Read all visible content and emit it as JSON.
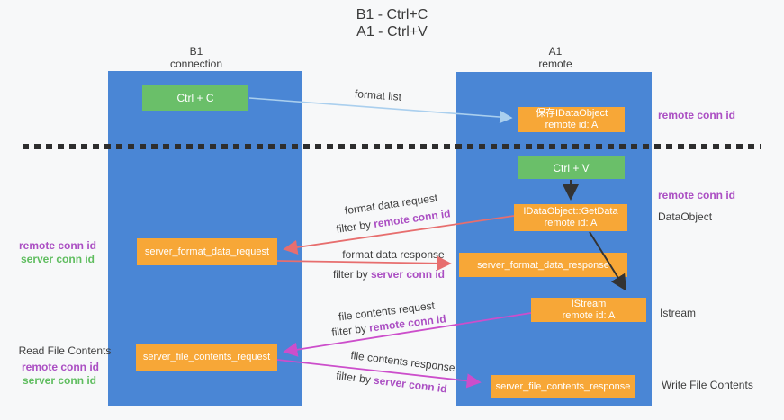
{
  "title": {
    "line1": "B1 - Ctrl+C",
    "line2": "A1 - Ctrl+V"
  },
  "lanes": {
    "left": {
      "title": "B1",
      "subtitle": "connection"
    },
    "right": {
      "title": "A1",
      "subtitle": "remote"
    }
  },
  "nodes": {
    "ctrl_c": {
      "label": "Ctrl + C"
    },
    "save_dataobject": {
      "line1": "保存IDataObject",
      "line2": "remote id: A"
    },
    "ctrl_v": {
      "label": "Ctrl + V"
    },
    "getdata": {
      "line1": "IDataObject::GetData",
      "line2": "remote id: A"
    },
    "istream": {
      "line1": "IStream",
      "line2": "remote id: A"
    },
    "format_request": {
      "label": "server_format_data_request"
    },
    "format_response": {
      "label": "server_format_data_response"
    },
    "file_request": {
      "label": "server_file_contents_request"
    },
    "file_response": {
      "label": "server_file_contents_response"
    }
  },
  "edge_labels": {
    "format_list": "format list",
    "format_data_request": "format data request",
    "format_data_request_filter": {
      "prefix": "filter by ",
      "key": "remote conn id"
    },
    "format_data_response": "format data response",
    "format_data_response_filter": {
      "prefix": "filter by ",
      "key": "server conn id"
    },
    "file_contents_request": "file contents request",
    "file_contents_request_filter": {
      "prefix": "filter by ",
      "key": "remote conn id"
    },
    "file_contents_response": "file contents response",
    "file_contents_response_filter": {
      "prefix": "filter by ",
      "key": "server conn id"
    }
  },
  "side_labels": {
    "left_remote_conn_id_1": "remote conn id",
    "left_server_conn_id_1": "server conn id",
    "left_read_file_contents": "Read File Contents",
    "left_remote_conn_id_2": "remote conn id",
    "left_server_conn_id_2": "server conn id",
    "right_remote_conn_id_1": "remote conn id",
    "right_remote_conn_id_2": "remote conn id",
    "right_dataobject": "DataObject",
    "right_istream": "Istream",
    "right_write_file_contents": "Write File Contents"
  },
  "colors": {
    "lane_blue": "#4a86d5",
    "box_green": "#6abf69",
    "box_orange": "#f7a737",
    "conn_id_purple": "#ab4fc3",
    "conn_id_green": "#5fbd5f",
    "arrow_red": "#e76e6e",
    "arrow_magenta": "#cc4ecb",
    "arrow_light_blue": "#aacfee",
    "arrow_black": "#333333"
  }
}
